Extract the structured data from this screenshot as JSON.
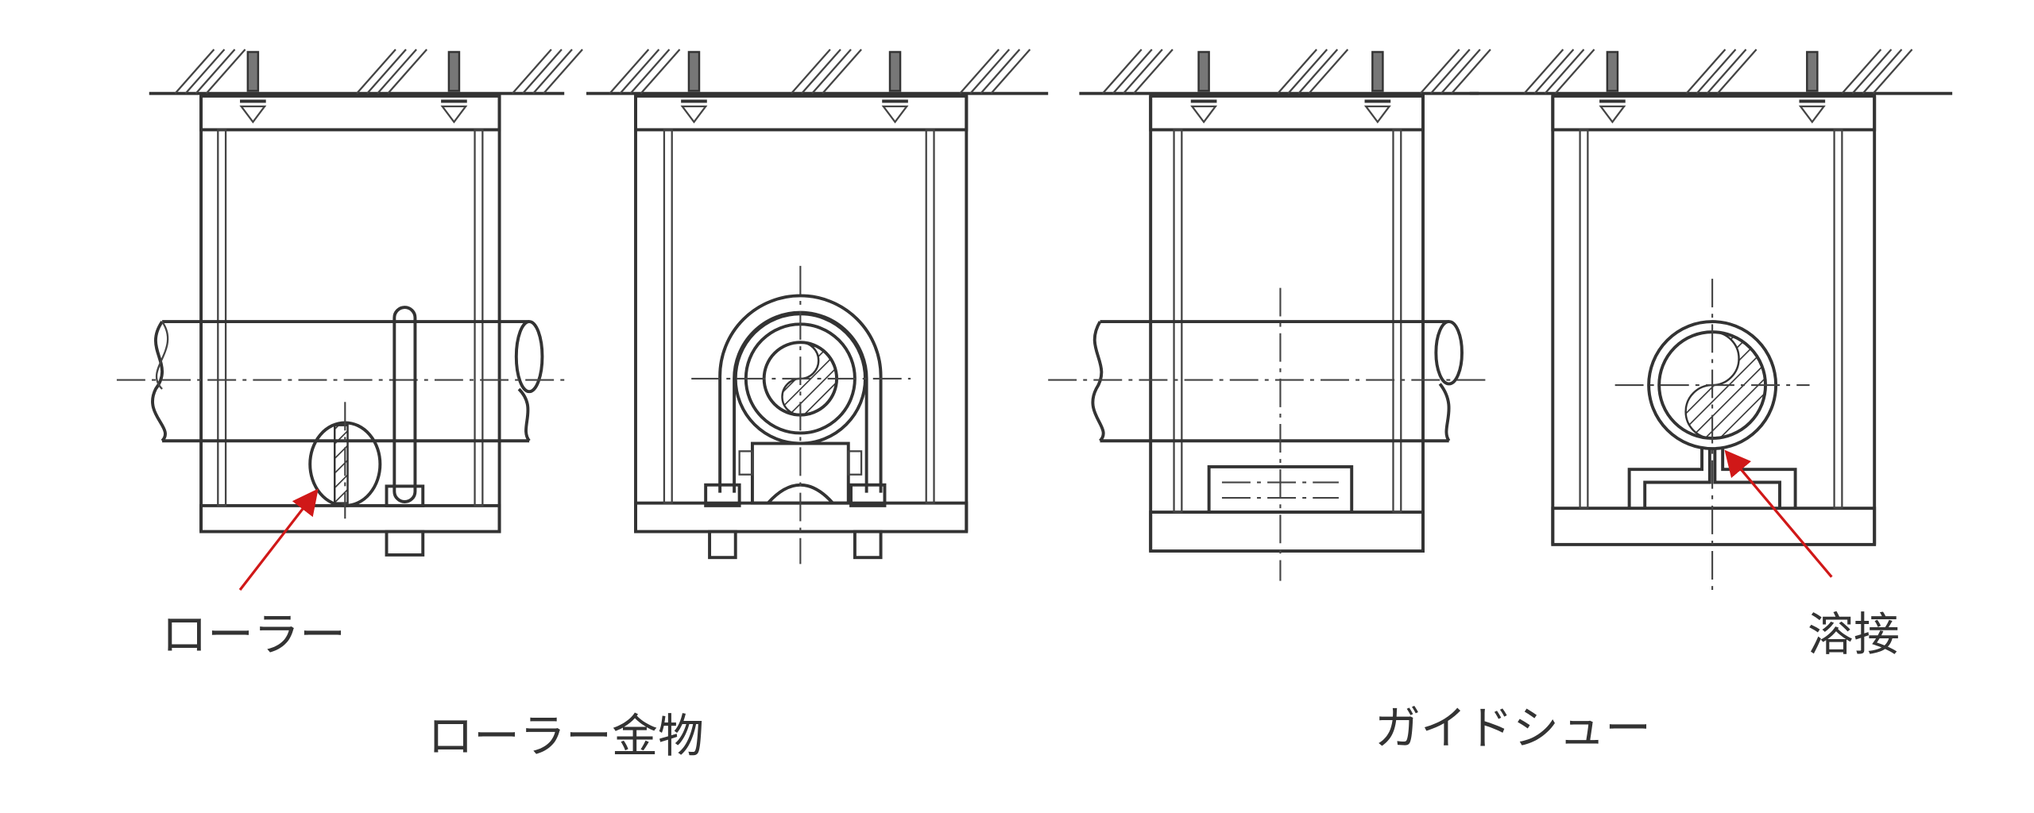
{
  "labels": {
    "roller": "ローラー",
    "welding": "溶接",
    "roller_fitting": "ローラー金物",
    "guide_shoe": "ガイドシュー"
  },
  "colors": {
    "line": "#333333",
    "arrow": "#d01818"
  }
}
